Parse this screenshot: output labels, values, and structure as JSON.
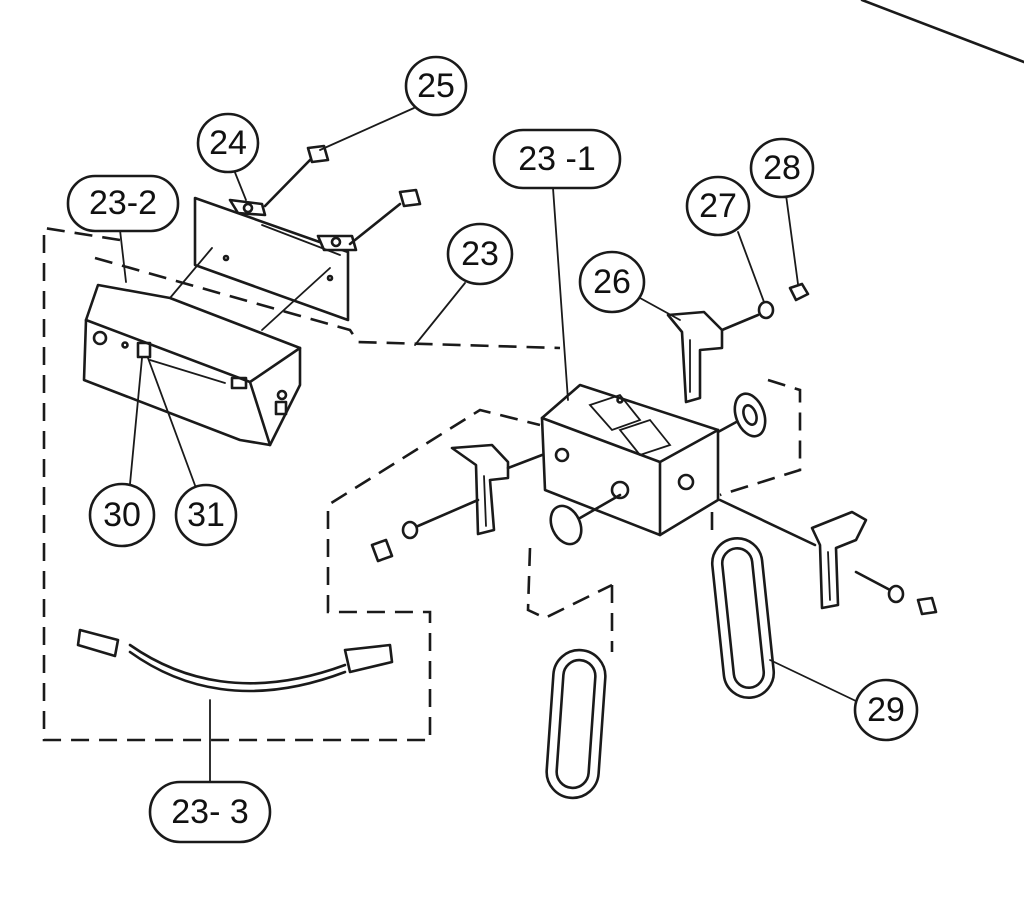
{
  "callouts": {
    "c23_1": "23 -1",
    "c23_2": "23-2",
    "c23_3": "23- 3",
    "c23": "23",
    "c24": "24",
    "c25": "25",
    "c26": "26",
    "c27": "27",
    "c28": "28",
    "c29": "29",
    "c30": "30",
    "c31": "31"
  },
  "colors": {
    "line": "#1a1a1a",
    "background": "#ffffff"
  }
}
